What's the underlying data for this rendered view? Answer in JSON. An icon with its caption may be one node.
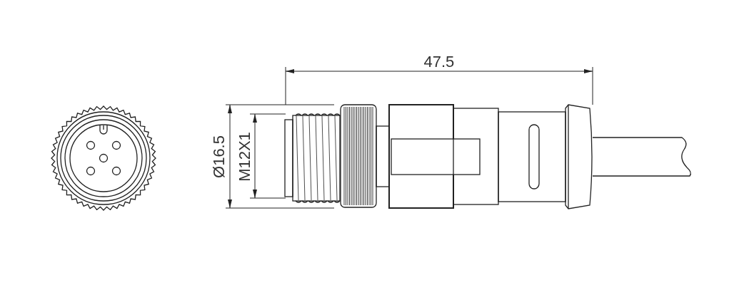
{
  "diagram": {
    "labels": [
      "47.5",
      "Ø16.5",
      "M12X1"
    ]
  }
}
